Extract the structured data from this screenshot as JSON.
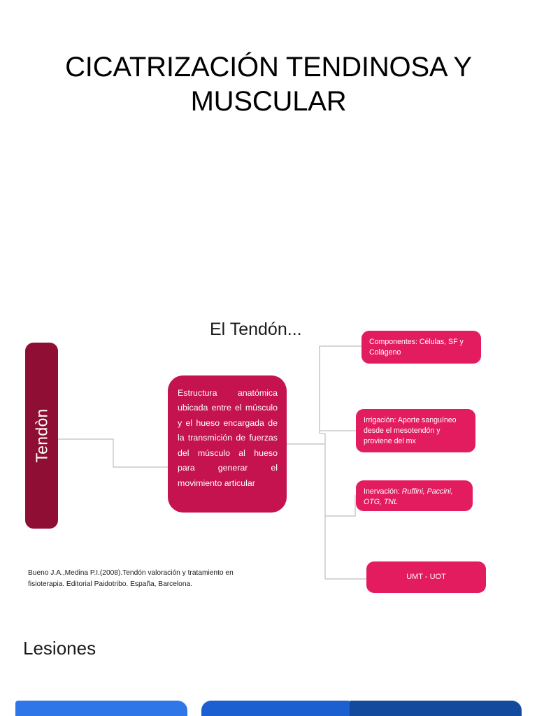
{
  "slide": {
    "title": "CICATRIZACIÓN TENDINOSA Y MUSCULAR",
    "section_heading": "El Tendón...",
    "lesiones_heading": "Lesiones",
    "citation": "Bueno J.A.,Medina P.I.(2008).Tendón valoración y tratamiento en fisioterapia. Editorial Paidotribo. España, Barcelona."
  },
  "diagram": {
    "root": {
      "label": "Tendòn",
      "color": "#8E0F33"
    },
    "definition": {
      "text": "Estructura anatómica ubicada entre el músculo y el hueso encargada de la transmición de fuerzas del músculo al hueso para generar el movimiento articular",
      "color": "#C4134E"
    },
    "leaves": [
      {
        "id": "componentes",
        "text": "Componentes: Células, SF y Colágeno",
        "italic": "",
        "color": "#E31C5F"
      },
      {
        "id": "irrigacion",
        "text": "Irrigación: Aporte sanguíneo desde el mesotendón y proviene del mx",
        "italic": "",
        "color": "#E31C5F"
      },
      {
        "id": "inervacion",
        "text": "Inervación: ",
        "italic": "Ruffini, Paccini, OTG, TNL",
        "color": "#E31C5F"
      },
      {
        "id": "umt-uot",
        "text": "UMT - UOT",
        "italic": "",
        "color": "#E31C5F"
      }
    ],
    "connector_color": "#BFBFBF"
  },
  "bottom_bars": [
    {
      "id": "bar-left",
      "color": "#2F76E8"
    },
    {
      "id": "bar-middle",
      "color": "#1B5FD0"
    },
    {
      "id": "bar-right",
      "color": "#134A9E"
    }
  ]
}
